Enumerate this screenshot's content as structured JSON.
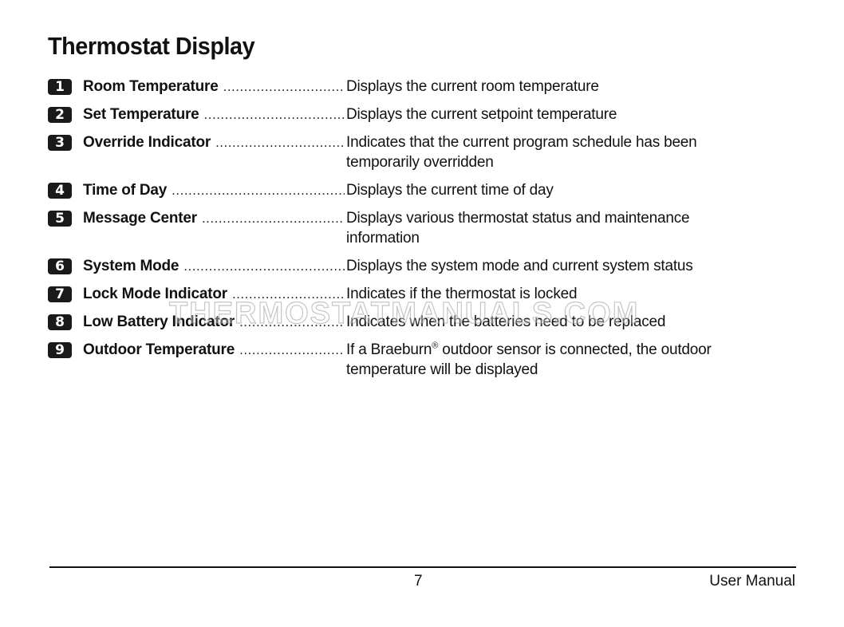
{
  "page": {
    "title": "Thermostat Display",
    "page_number": "7",
    "footer_label": "User Manual",
    "watermark": "THERMOSTATMANUALS.COM"
  },
  "items": [
    {
      "number": "1",
      "term": "Room Temperature",
      "description": "Displays the current room temperature"
    },
    {
      "number": "2",
      "term": "Set Temperature",
      "description": "Displays the current setpoint temperature"
    },
    {
      "number": "3",
      "term": "Override Indicator",
      "description": "Indicates that the current program schedule has been temporarily overridden"
    },
    {
      "number": "4",
      "term": "Time of Day",
      "description": "Displays the current time of day"
    },
    {
      "number": "5",
      "term": "Message Center",
      "description": "Displays various thermostat status and maintenance information"
    },
    {
      "number": "6",
      "term": "System Mode",
      "description": "Displays the system mode and current system status"
    },
    {
      "number": "7",
      "term": "Lock Mode Indicator",
      "description": "Indicates if the thermostat is locked"
    },
    {
      "number": "8",
      "term": "Low Battery Indicator",
      "description": "Indicates when the batteries need to be replaced"
    },
    {
      "number": "9",
      "term": "Outdoor Temperature",
      "description_before": "If a Braeburn",
      "description_mark": "®",
      "description_after": " outdoor sensor is connected, the outdoor temperature will be displayed"
    }
  ]
}
